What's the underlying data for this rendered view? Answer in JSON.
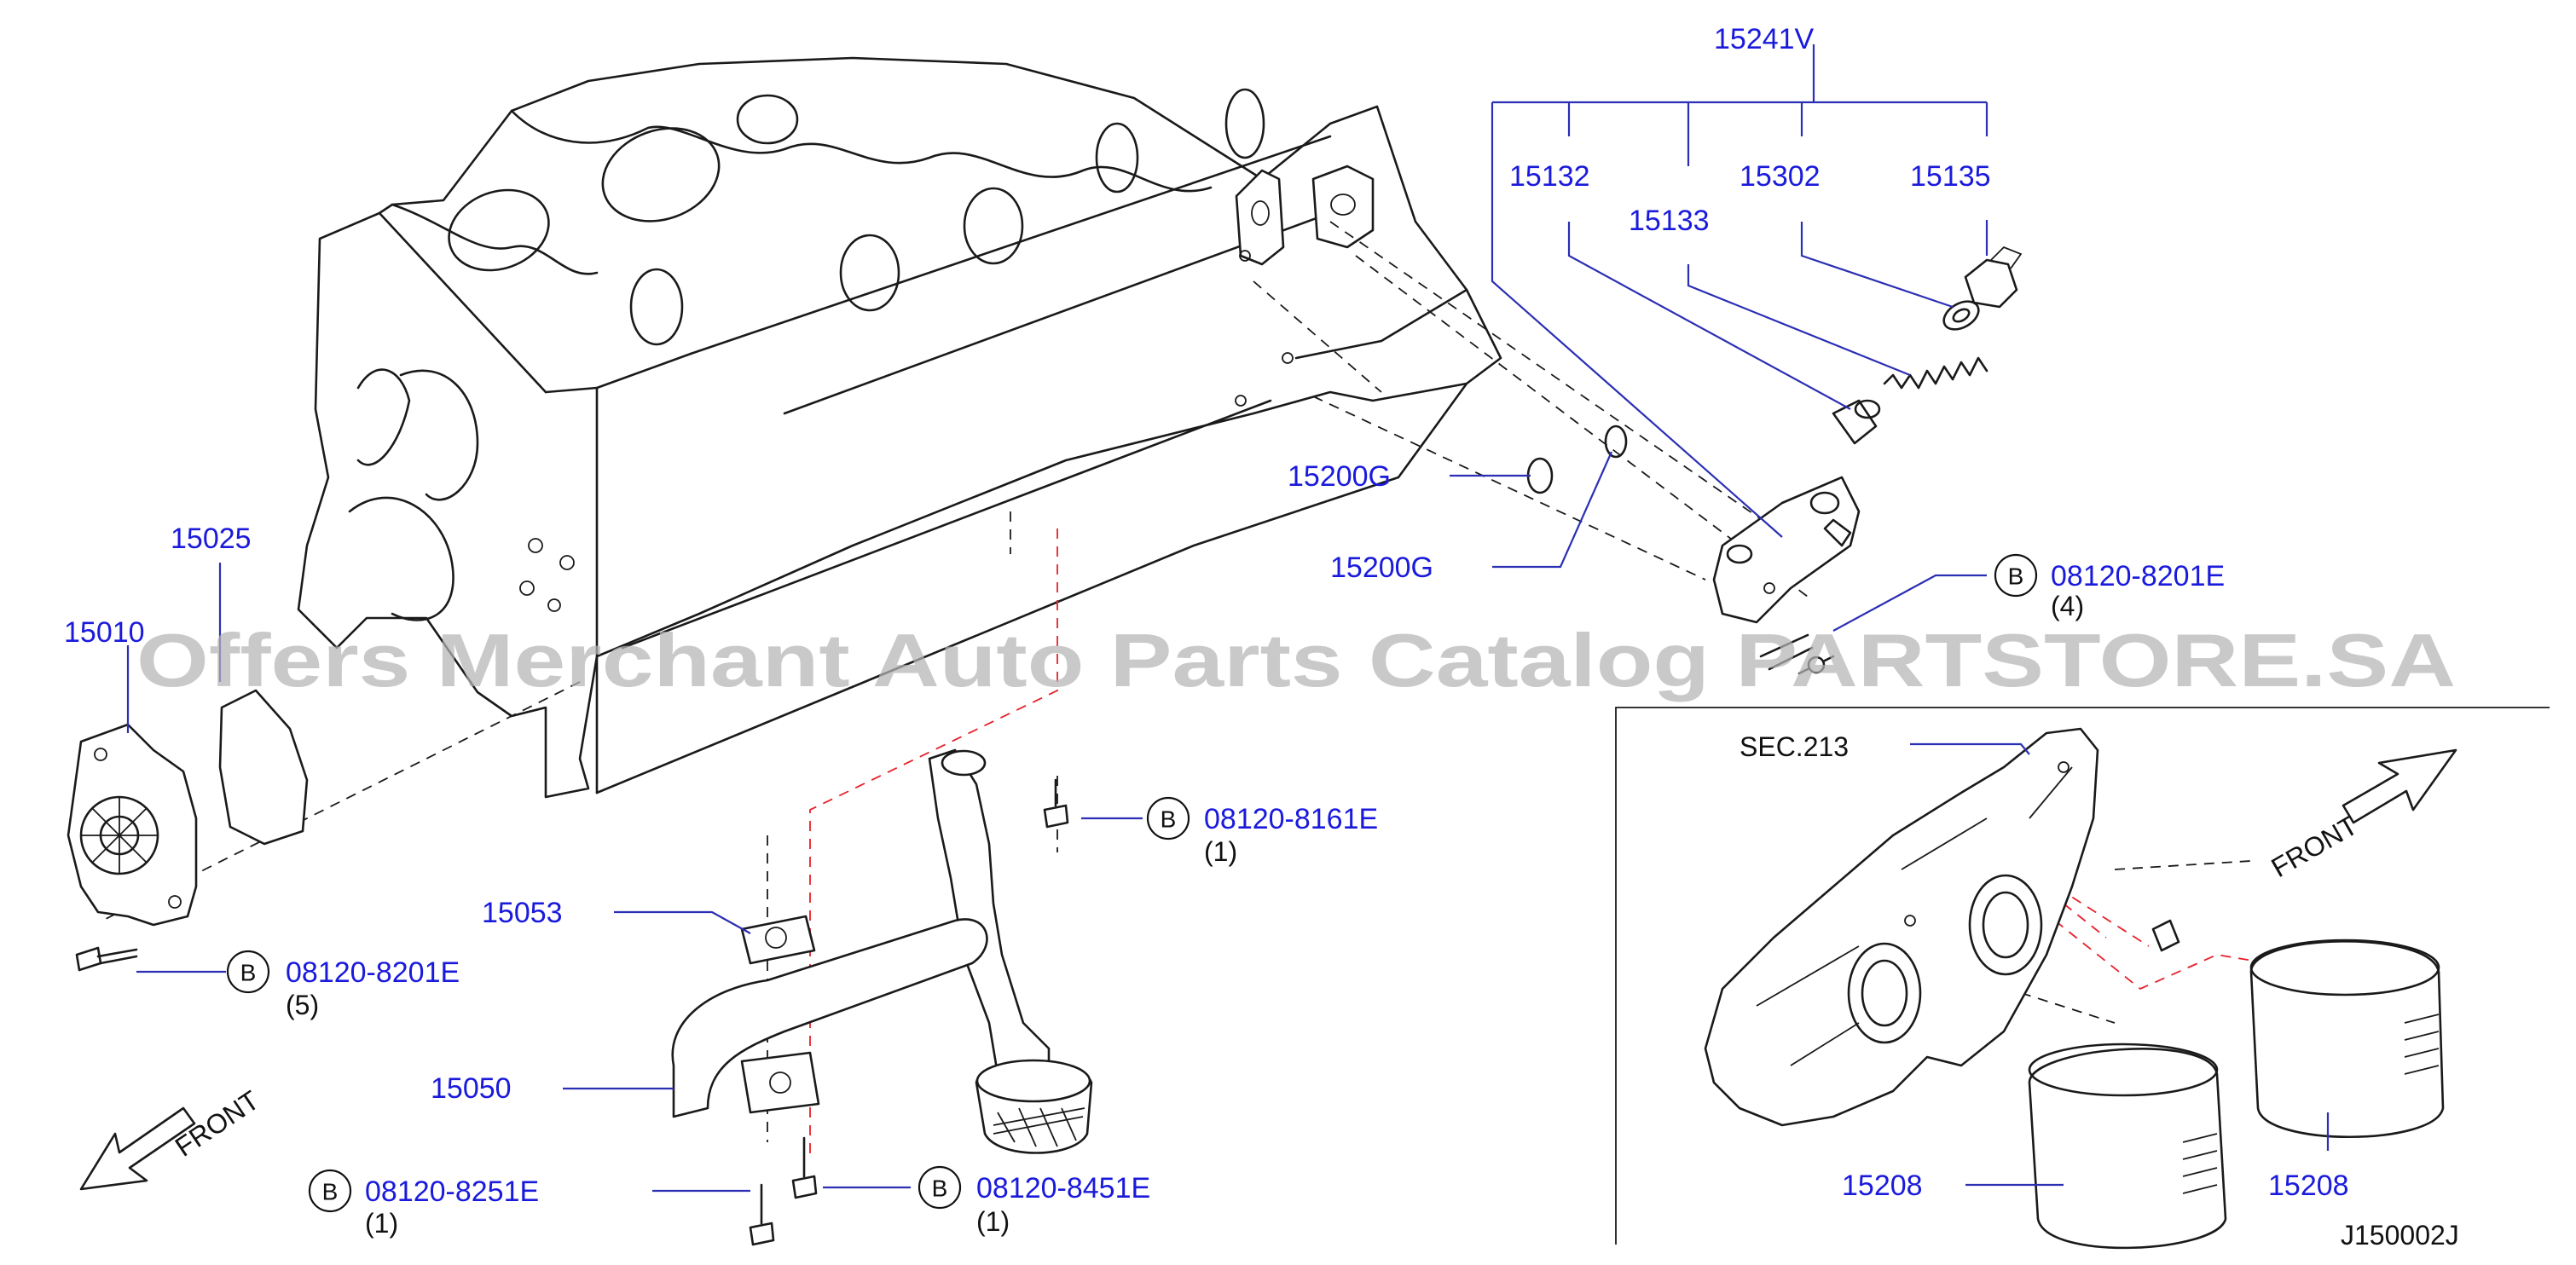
{
  "diagram_id": "J150002J",
  "watermark": "Offers Merchant Auto Parts Catalog PARTSTORE.SA",
  "section_ref": "SEC.213",
  "front_label": "FRONT",
  "bolt_symbol": "B",
  "parts": [
    {
      "id": "p-15241v",
      "number": "15241V"
    },
    {
      "id": "p-15132",
      "number": "15132"
    },
    {
      "id": "p-15133",
      "number": "15133"
    },
    {
      "id": "p-15302",
      "number": "15302"
    },
    {
      "id": "p-15135",
      "number": "15135"
    },
    {
      "id": "p-15200g-a",
      "number": "15200G"
    },
    {
      "id": "p-15200g-b",
      "number": "15200G"
    },
    {
      "id": "p-15025",
      "number": "15025"
    },
    {
      "id": "p-15010",
      "number": "15010"
    },
    {
      "id": "p-15053",
      "number": "15053"
    },
    {
      "id": "p-15050",
      "number": "15050"
    },
    {
      "id": "p-15208-a",
      "number": "15208"
    },
    {
      "id": "p-15208-b",
      "number": "15208"
    }
  ],
  "bolts": [
    {
      "id": "bolt-a",
      "number": "08120-8201E",
      "qty": "(4)"
    },
    {
      "id": "bolt-b",
      "number": "08120-8161E",
      "qty": "(1)"
    },
    {
      "id": "bolt-c",
      "number": "08120-8201E",
      "qty": "(5)"
    },
    {
      "id": "bolt-d",
      "number": "08120-8251E",
      "qty": "(1)"
    },
    {
      "id": "bolt-e",
      "number": "08120-8451E",
      "qty": "(1)"
    }
  ],
  "colors": {
    "part_label": "#1a1adc",
    "leader": "#2b2fb3",
    "hidden_line_red": "#e8202a",
    "watermark": "#b4b4b4"
  }
}
